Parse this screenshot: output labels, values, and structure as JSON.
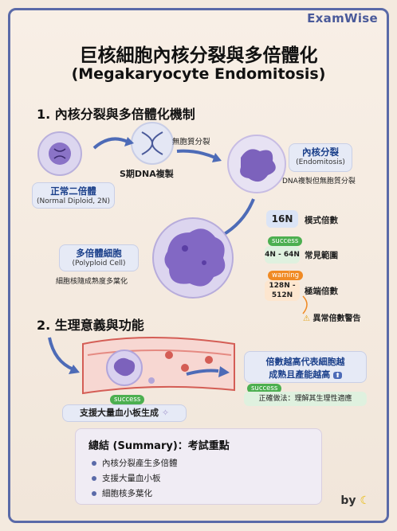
{
  "brand": "ExamWise",
  "title_zh": "巨核細胞內核分裂與多倍體化",
  "title_en": "(Megakaryocyte Endomitosis)",
  "section1": "1. 內核分裂與多倍體化機制",
  "section2": "2. 生理意義與功能",
  "step1_label": "S期DNA複製",
  "step2_label": "無胞質分裂",
  "normal_title": "正常二倍體",
  "normal_sub": "(Normal Diploid, 2N)",
  "endo_title": "內核分裂",
  "endo_sub": "(Endomitosis)",
  "endo_note": "DNA複製但無胞質分裂",
  "poly_title": "多倍體細胞",
  "poly_sub": "(Polyploid Cell)",
  "poly_note": "細胞核隨成熟度多葉化",
  "ploidy": {
    "mode_value": "16N",
    "mode_label": "模式倍數",
    "common_badge": "success",
    "common_value": "4N - 64N",
    "common_label": "常見範圍",
    "extreme_badge": "warning",
    "extreme_value_1": "128N -",
    "extreme_value_2": "512N",
    "extreme_label": "極端倍數",
    "alert": "異常倍數警告"
  },
  "function_badge": "success",
  "function_label": "支援大量血小板生成",
  "result_line1": "倍數越高代表細胞越",
  "result_line2": "成熟且產能越高",
  "result_badge": "success",
  "result_note": "正確做法：理解其生理性適應",
  "summary": {
    "title": "總結 (Summary)：考試重點",
    "items": [
      "內核分裂產生多倍體",
      "支援大量血小板",
      "細胞核多葉化"
    ]
  },
  "by": "by",
  "colors": {
    "accent": "#5a6aa8",
    "success": "#4caf50",
    "warning": "#f08a24"
  }
}
